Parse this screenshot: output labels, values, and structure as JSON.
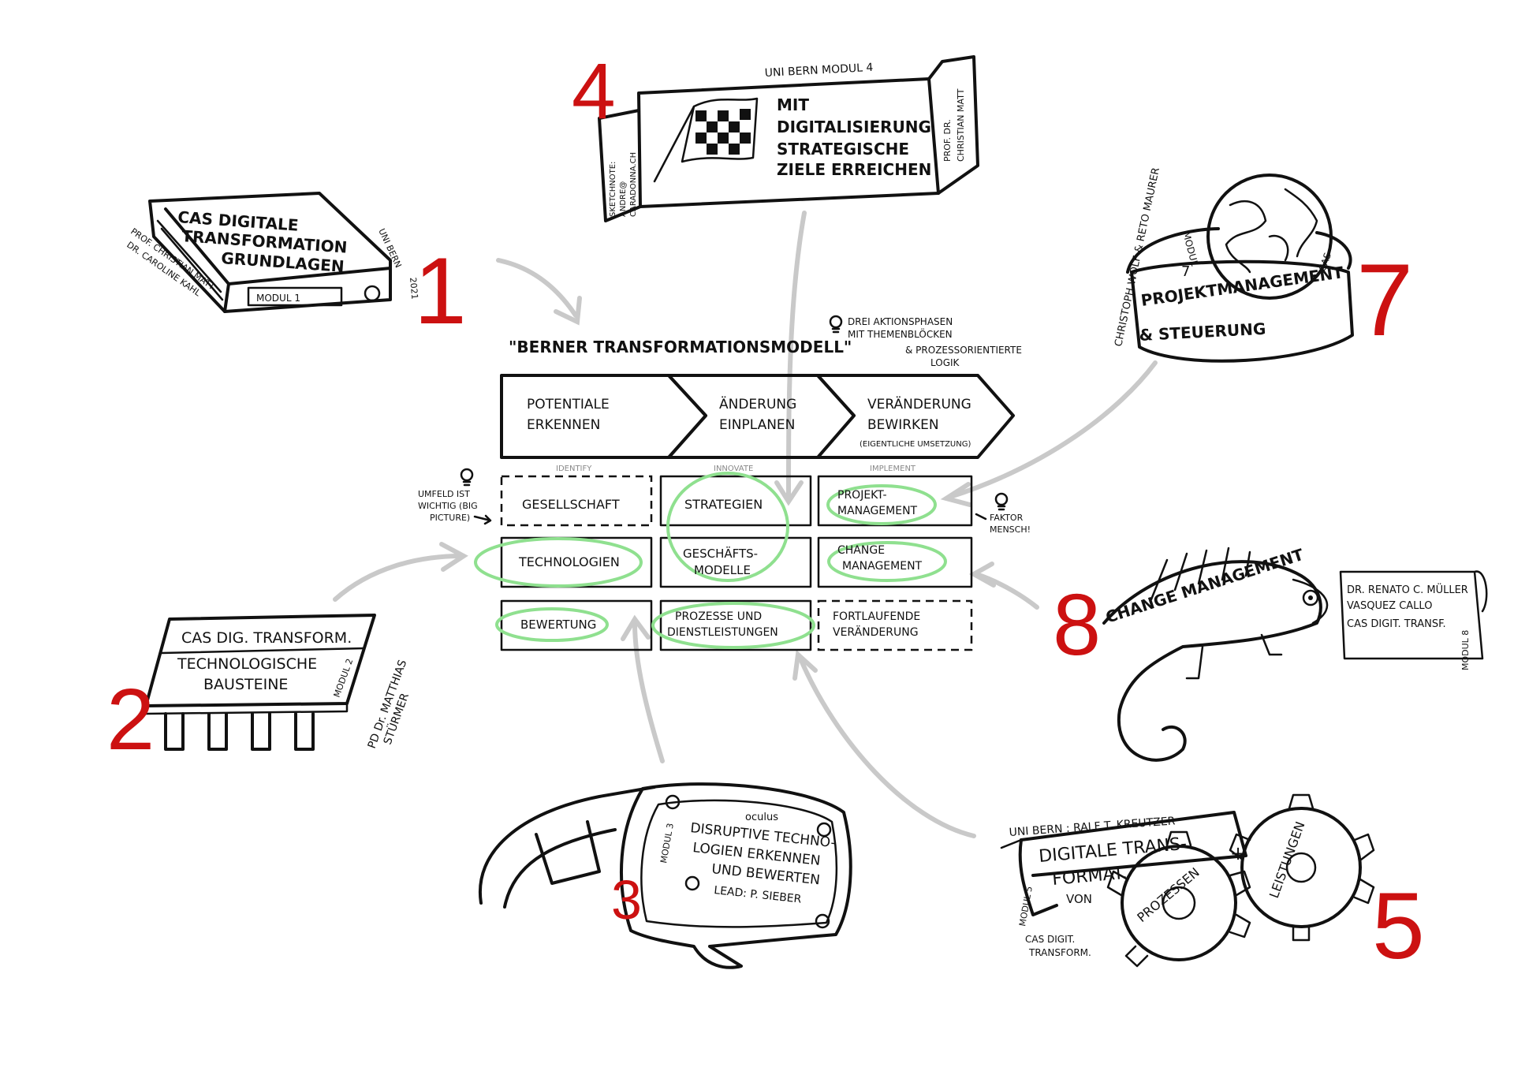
{
  "model": {
    "title": "\"BERNER TRANSFORMATIONSMODELL\"",
    "note_phases": "DREI AKTIONSPHASEN",
    "note_phases2": "MIT THEMENBLÖCKEN",
    "note_logic": "& PROZESSORIENTIERTE",
    "note_logic2": "LOGIK",
    "phases": [
      {
        "line1": "POTENTIALE",
        "line2": "ERKENNEN",
        "line3": "",
        "tag": "IDENTIFY"
      },
      {
        "line1": "ÄNDERUNG",
        "line2": "EINPLANEN",
        "line3": "",
        "tag": "INNOVATE"
      },
      {
        "line1": "VERÄNDERUNG",
        "line2": "BEWIRKEN",
        "line3": "(EIGENTLICHE UMSETZUNG)",
        "tag": "IMPLEMENT"
      }
    ],
    "cells": [
      [
        "GESELLSCHAFT",
        "STRATEGIEN",
        "PROJEKT-",
        "MANAGEMENT"
      ],
      [
        "TECHNOLOGIEN",
        "GESCHÄFTS-",
        "MODELLE",
        "CHANGE",
        "MANAGEMENT"
      ],
      [
        "BEWERTUNG",
        "PROZESSE UND",
        "DIENSTLEISTUNGEN",
        "FORTLAUFENDE",
        "VERÄNDERUNG"
      ]
    ],
    "note_left1": "UMFELD IST",
    "note_left2": "WICHTIG (BIG",
    "note_left3": "PICTURE)",
    "note_right1": "FAKTOR",
    "note_right2": "MENSCH!"
  },
  "modules": {
    "m1": {
      "number": "1",
      "line1": "CAS DIGITALE",
      "line2": "TRANSFORMATION",
      "line3": "GRUNDLAGEN",
      "label": "MODUL 1",
      "side": "UNI BERN",
      "year": "2021",
      "authors1": "PROF. CHRISTIAN MATT",
      "authors2": "DR. CAROLINE KAHL"
    },
    "m2": {
      "number": "2",
      "line1": "CAS DIG. TRANSFORM.",
      "line2": "TECHNOLOGISCHE",
      "line3": "BAUSTEINE",
      "label": "MODUL 2",
      "authors1": "PD Dr. MATTHIAS",
      "authors2": "STÜRMER"
    },
    "m3": {
      "number": "3",
      "brand": "oculus",
      "line1": "DISRUPTIVE TECHNO-",
      "line2": "LOGIEN ERKENNEN",
      "line3": "UND BEWERTEN",
      "lead": "LEAD: P. SIEBER",
      "label": "MODUL 3"
    },
    "m4": {
      "number": "4",
      "header": "UNI BERN MODUL 4",
      "line1": "MIT",
      "line2": "DIGITALISIERUNG",
      "line3": "STRATEGISCHE",
      "line4": "ZIELE ERREICHEN",
      "author1": "PROF. DR.",
      "author2": "CHRISTIAN MATT",
      "credit1": "SKETCHNOTE:",
      "credit2": "ANDRE@",
      "credit3": "CARADONNA.CH"
    },
    "m5": {
      "number": "5",
      "header": "UNI BERN : RALF T. KREUTZER",
      "line1": "DIGITALE TRANS-",
      "line2": "FORMAT.",
      "line3": "VON",
      "gear1": "PROZESSEN",
      "plus": "+",
      "gear2": "LEISTUNGEN",
      "label": "MODUL 5",
      "cas1": "CAS DIGIT.",
      "cas2": "TRANSFORM."
    },
    "m7": {
      "number": "7",
      "line1": "PROJEKTMANAGEMENT",
      "line2": "& STEUERUNG",
      "label": "MODUL",
      "label_num": "7",
      "cas": "CAS",
      "authors": "CHRISTOPH WOLF & RETO MAURER"
    },
    "m8": {
      "number": "8",
      "title": "CHANGE MANAGEMENT",
      "author1": "DR. RENATO C. MÜLLER",
      "author2": "VASQUEZ CALLO",
      "cas": "CAS DIGIT. TRANSF.",
      "label": "MODUL 8"
    }
  }
}
